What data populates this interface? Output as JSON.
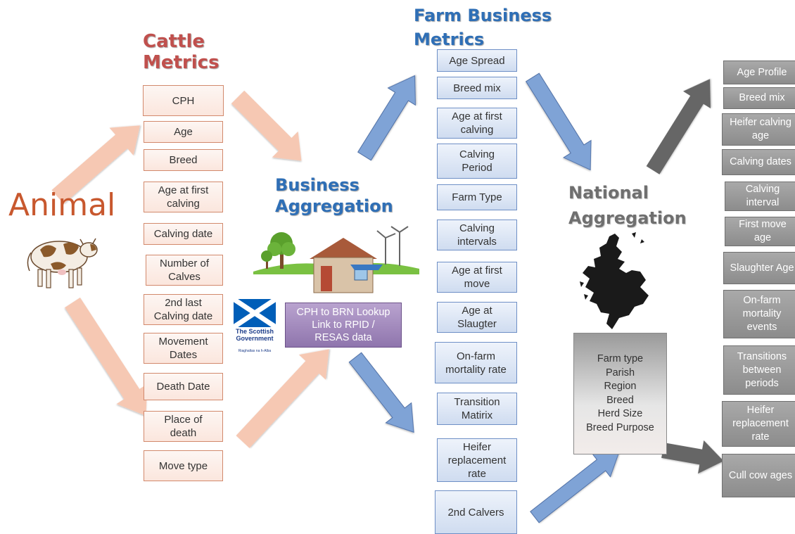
{
  "headings": {
    "animal": "Animal",
    "cattle_metrics": "Cattle\nMetrics",
    "business_aggregation": "Business\nAggregation",
    "farm_business_metrics": "Farm Business\nMetrics",
    "national_aggregation": "National\nAggregation"
  },
  "cattle_metrics": [
    "CPH",
    "Age",
    "Breed",
    "Age at first\ncalving",
    "Calving date",
    "Number of\nCalves",
    "2nd last\nCalving date",
    "Movement\nDates",
    "Death Date",
    "Place of\ndeath",
    "Move type"
  ],
  "lookup_box": "CPH to BRN Lookup\nLink to RPID /\nRESAS data",
  "scottish_government": {
    "name": "The Scottish\nGovernment",
    "gaelic": "Riaghaltas na h-Alba"
  },
  "farm_business_metrics": [
    "Age Spread",
    "Breed mix",
    "Age at first\ncalving",
    "Calving\nPeriod",
    "Farm Type",
    "Calving\nintervals",
    "Age at first\nmove",
    "Age at\nSlaugter",
    "On-farm\nmortality rate",
    "Transition\nMatirix",
    "Heifer\nreplacement\nrate",
    "2nd Calvers"
  ],
  "national_summary": "Farm type\nParish\nRegion\nBreed\nHerd Size\nBreed Purpose",
  "national_metrics": [
    "Age Profile",
    "Breed mix",
    "Heifer calving\nage",
    "Calving dates",
    "Calving\ninterval",
    "First move\nage",
    "Slaughter Age",
    "On-farm\nmortality\nevents",
    "Transitions\nbetween\nperiods",
    "Heifer\nreplacement\nrate",
    "Cull cow ages"
  ],
  "colors": {
    "cattle": "#c0504d",
    "cattle_arrow": "#f6c8b3",
    "business_blue": "#2f6fb6",
    "farm_arrow": "#7fa3d6",
    "national_gray": "#6f6f6f",
    "national_arrow": "#666666",
    "lookup_purple": "#8f75ad",
    "scottish_flag": "#005eb8"
  }
}
